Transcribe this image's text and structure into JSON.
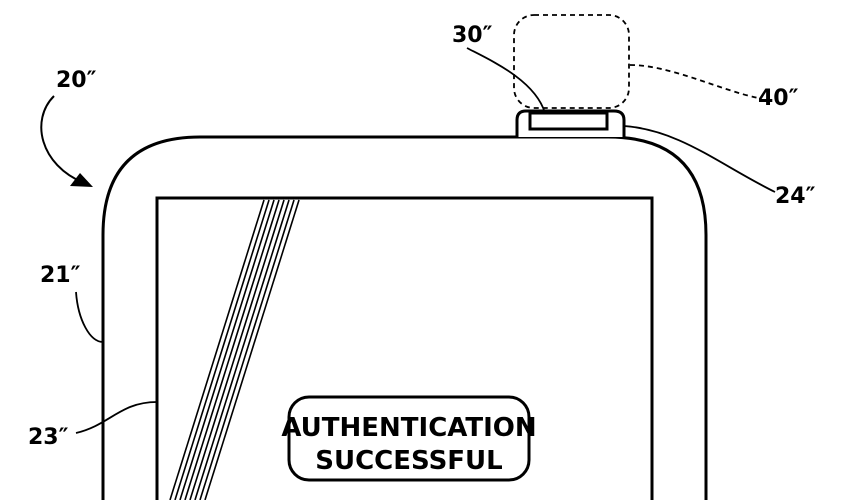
{
  "figure": {
    "reference_labels": {
      "device": "20″",
      "housing": "21″",
      "display": "23″",
      "port": "24″",
      "sensor": "30″",
      "remote_device": "40″"
    },
    "display_message": {
      "line1": "AUTHENTICATION",
      "line2": "SUCCESSFUL"
    },
    "colors": {
      "ink": "#000000",
      "background": "#ffffff"
    }
  }
}
